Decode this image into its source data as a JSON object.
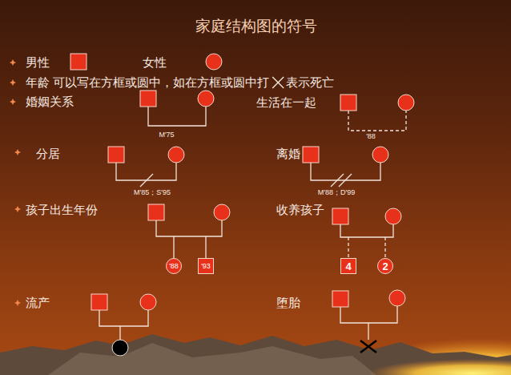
{
  "diagram": {
    "title": "家庭结构图的符号",
    "nodes": [
      {
        "text": [
          "'88"
        ]
      },
      {
        "text": [
          "'93"
        ]
      },
      {
        "text": [
          "4"
        ]
      },
      {
        "text": [
          "2"
        ]
      }
    ],
    "labels": [
      "男性",
      "女性",
      "年龄 可以写在方框或圆中，如在方框或圆中打",
      "表示死亡",
      "婚姻关系",
      "M'75",
      "生活在一起",
      "'88",
      "分居",
      "M'85；S'95",
      "离婚",
      "M'88；D'99",
      "孩子出生年份",
      "收养孩子",
      "流产",
      "堕胎"
    ]
  }
}
